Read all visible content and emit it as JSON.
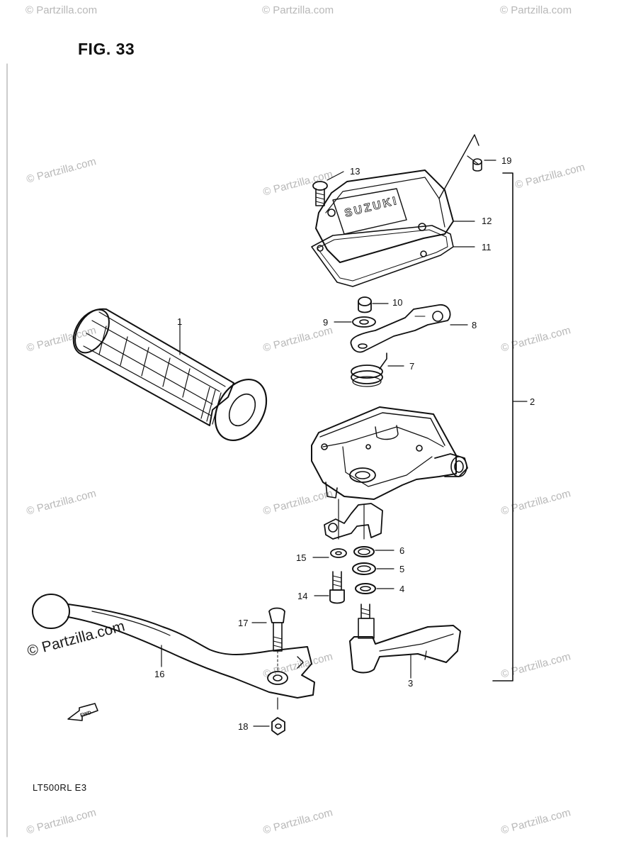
{
  "figure": {
    "title": "FIG. 33",
    "model": "LT500RL  E3",
    "fwd_label": "FWD",
    "cover_brand": "SUZUKI"
  },
  "callouts": [
    "1",
    "2",
    "3",
    "4",
    "5",
    "6",
    "7",
    "8",
    "9",
    "10",
    "11",
    "12",
    "13",
    "14",
    "15",
    "16",
    "17",
    "18",
    "19"
  ],
  "watermark": {
    "text": "© Partzilla.com",
    "bold_text": "© Partzilla.com"
  }
}
